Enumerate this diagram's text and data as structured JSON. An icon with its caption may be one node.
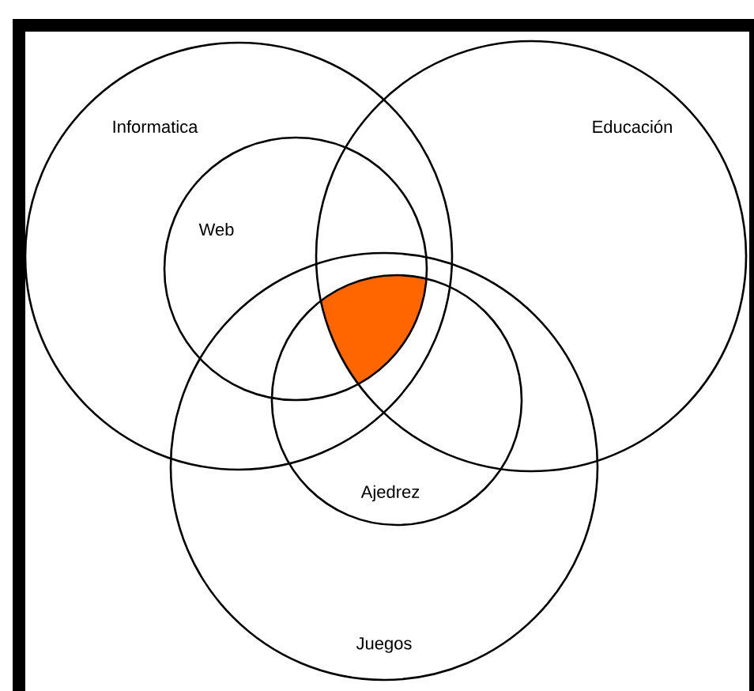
{
  "diagram": {
    "nodes": [
      {
        "text": [
          "Informatica"
        ]
      },
      {
        "text": [
          "Web"
        ],
        "in": 0
      },
      {
        "text": [
          "Educación"
        ]
      },
      {
        "text": [
          "Juegos"
        ]
      },
      {
        "text": [
          "Ajedrez"
        ],
        "in": 3
      }
    ]
  }
}
